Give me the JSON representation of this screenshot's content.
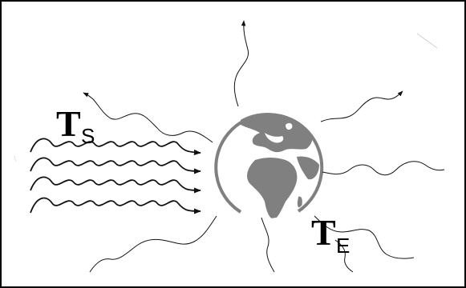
{
  "labels": {
    "sun_T": "T",
    "sun_sub": "S",
    "earth_T": "T",
    "earth_sub": "E"
  },
  "colors": {
    "frame": "#000000",
    "globe_ocean": "#ffffff",
    "globe_land": "#808080",
    "globe_outline": "#808080",
    "lines": "#111111"
  },
  "icons": {
    "earth": "earth-globe-icon"
  }
}
